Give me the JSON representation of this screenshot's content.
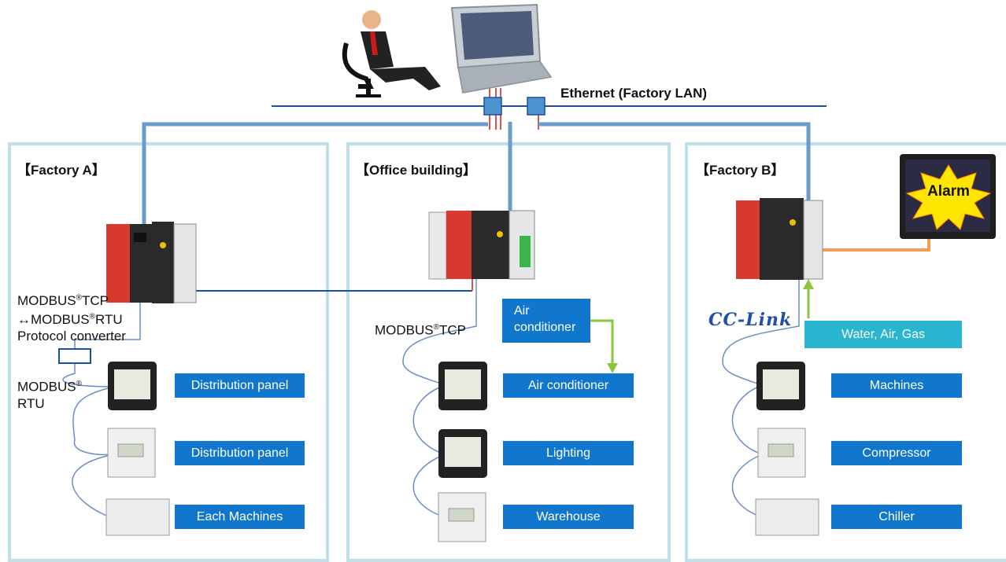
{
  "network": {
    "ethernet_label": "Ethernet (Factory LAN)"
  },
  "factory_a": {
    "title": "【Factory A】",
    "converter_line1": "MODBUS",
    "converter_line1_sup": "®",
    "converter_line1_end": "TCP",
    "converter_line2": "↔MODBUS",
    "converter_line2_sup": "®",
    "converter_line2_end": "RTU",
    "converter_line3": "Protocol converter",
    "rtu_line1": "MODBUS",
    "rtu_line1_sup": "®",
    "rtu_line2": "RTU",
    "devices": [
      "Distribution panel",
      "Distribution panel",
      "Each Machines"
    ]
  },
  "office": {
    "title": "【Office building】",
    "tcp_label": "MODBUS",
    "tcp_sup": "®",
    "tcp_end": "TCP",
    "air_line1": "Air",
    "air_line2": "conditioner",
    "devices": [
      "Air conditioner",
      "Lighting",
      "Warehouse"
    ]
  },
  "factory_b": {
    "title": "【Factory B】",
    "cclink": "CC-Link",
    "alarm": "Alarm",
    "utility": "Water, Air, Gas",
    "devices": [
      "Machines",
      "Compressor",
      "Chiller"
    ]
  },
  "colors": {
    "panel_border": "#bfe0ea",
    "device_box": "#1177cc",
    "utility_box": "#29b5cf",
    "network_line": "#5b8fc4",
    "green_link": "#8cc63f",
    "orange_link": "#f0a050"
  }
}
